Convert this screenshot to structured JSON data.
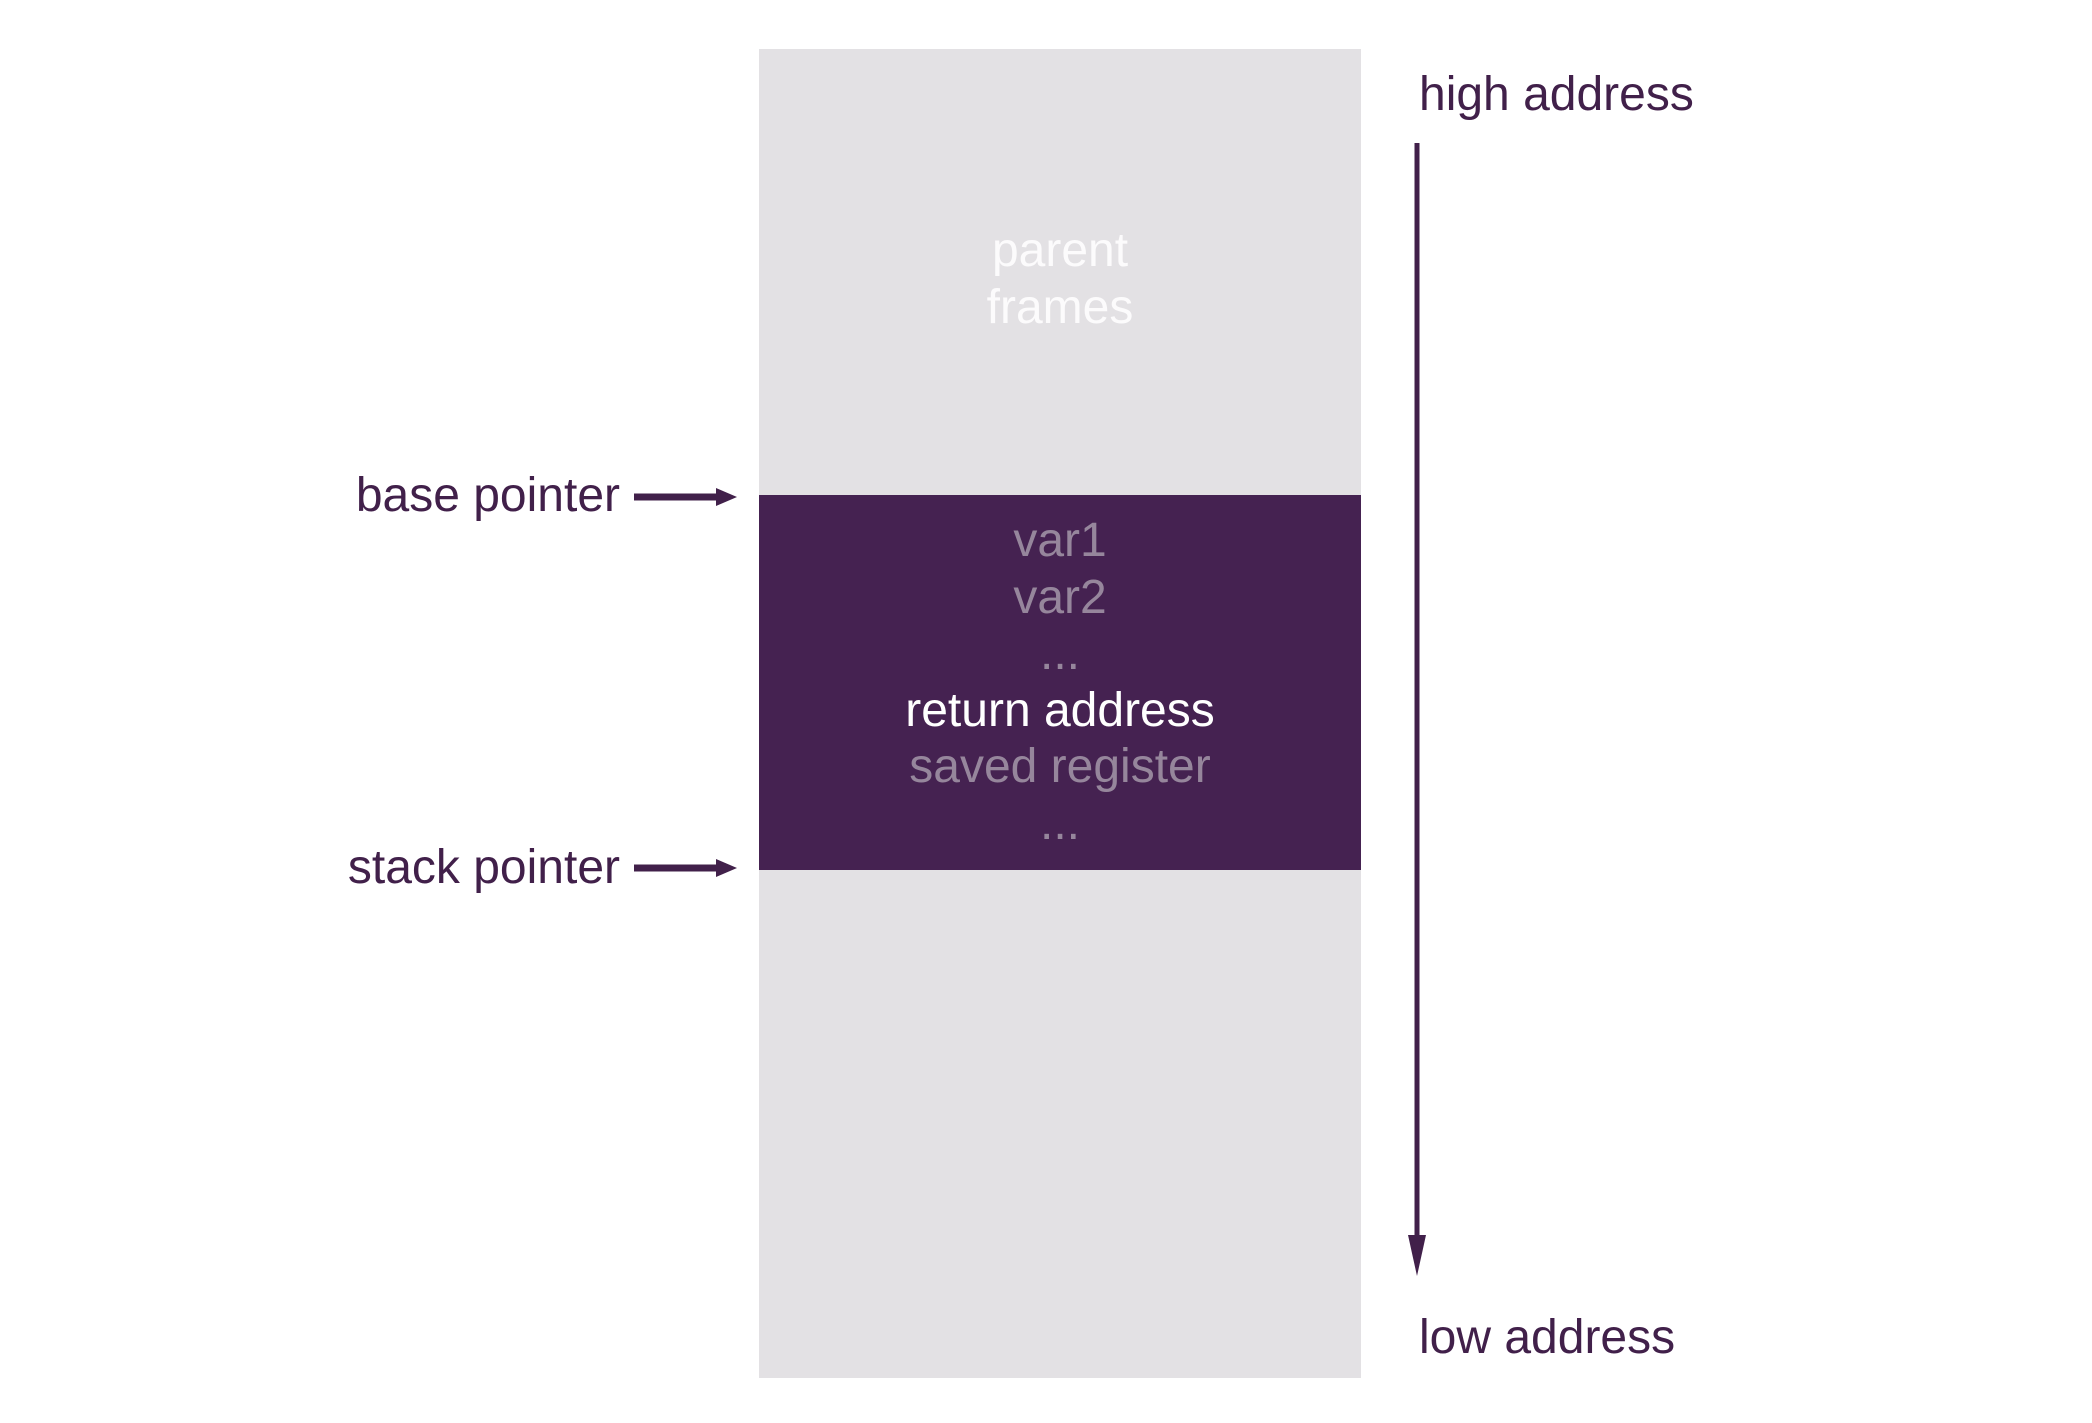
{
  "colors": {
    "background": "#ffffff",
    "column-gray": "#e3e1e4",
    "frame-purple": "#452251",
    "accent-dark": "#41204a",
    "muted-lavender": "#96869c",
    "light-text": "#fcfbfc",
    "white-text": "#ffffff"
  },
  "memory_column": {
    "parent_frames": {
      "line1": "parent",
      "line2": "frames"
    }
  },
  "stack_frame": {
    "entries": [
      {
        "label": "var1",
        "tone": "muted"
      },
      {
        "label": "var2",
        "tone": "muted"
      },
      {
        "label": "...",
        "tone": "muted"
      },
      {
        "label": "return address",
        "tone": "white"
      },
      {
        "label": "saved register",
        "tone": "muted"
      },
      {
        "label": "...",
        "tone": "muted"
      }
    ]
  },
  "pointer_labels": {
    "base_pointer": "base pointer",
    "stack_pointer": "stack pointer"
  },
  "address_axis": {
    "high": "high address",
    "low": "low address"
  },
  "icons": {
    "base_pointer_arrow": "arrow-right-icon",
    "stack_pointer_arrow": "arrow-right-icon",
    "address_direction_arrow": "arrow-down-icon"
  }
}
